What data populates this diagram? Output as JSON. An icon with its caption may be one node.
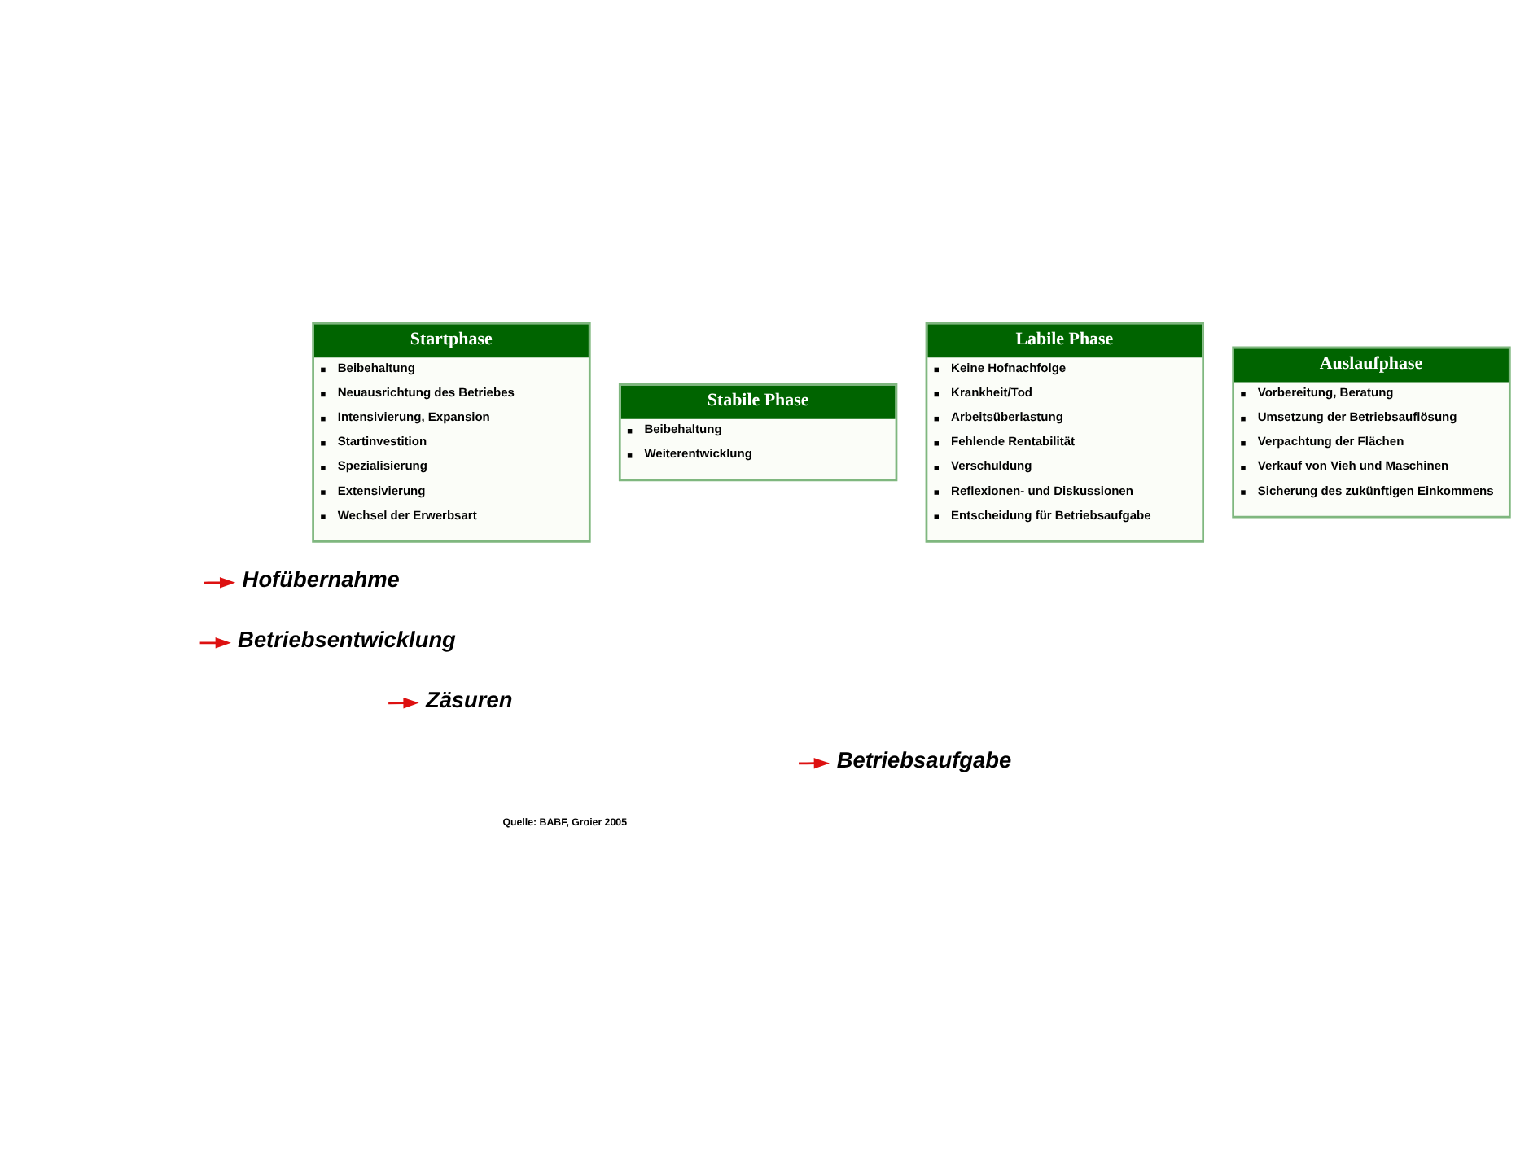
{
  "diagram": {
    "nodes": [
      {
        "text": [
          "Startphase",
          "Beibehaltung",
          "Neuausrichtung des Betriebes",
          "Intensivierung, Expansion",
          "Startinvestition",
          "Spezialisierung",
          "Extensivierung",
          "Wechsel der Erwerbsart"
        ]
      },
      {
        "text": [
          "Stabile Phase",
          "Beibehaltung",
          "Weiterentwicklung"
        ]
      },
      {
        "text": [
          "Labile Phase",
          "Keine Hofnachfolge",
          "Krankheit/Tod",
          "Arbeitsüberlastung",
          "Fehlende Rentabilität",
          "Verschuldung",
          "Reflexionen- und Diskussionen",
          "Entscheidung für Betriebsaufgabe"
        ]
      },
      {
        "text": [
          "Auslaufphase",
          "Vorbereitung, Beratung",
          "Umsetzung der Betriebsauflösung",
          "Verpachtung der Flächen",
          "Verkauf von Vieh und Maschinen",
          "Sicherung des zukünftigen Einkommens"
        ]
      },
      {
        "text": [
          "Hofübernahme"
        ]
      },
      {
        "text": [
          "Betriebsentwicklung"
        ]
      },
      {
        "text": [
          "Zäsuren"
        ]
      },
      {
        "text": [
          "Betriebsaufgabe"
        ]
      }
    ],
    "edges": [
      {
        "from": null,
        "to": 4,
        "arrow": "to",
        "color": "#dd1111"
      },
      {
        "from": null,
        "to": 5,
        "arrow": "to",
        "color": "#dd1111"
      },
      {
        "from": null,
        "to": 6,
        "arrow": "to",
        "color": "#dd1111"
      },
      {
        "from": null,
        "to": 7,
        "arrow": "to",
        "color": "#dd1111"
      }
    ],
    "labels": [
      "Quelle: BABF, Groier 2005"
    ]
  }
}
